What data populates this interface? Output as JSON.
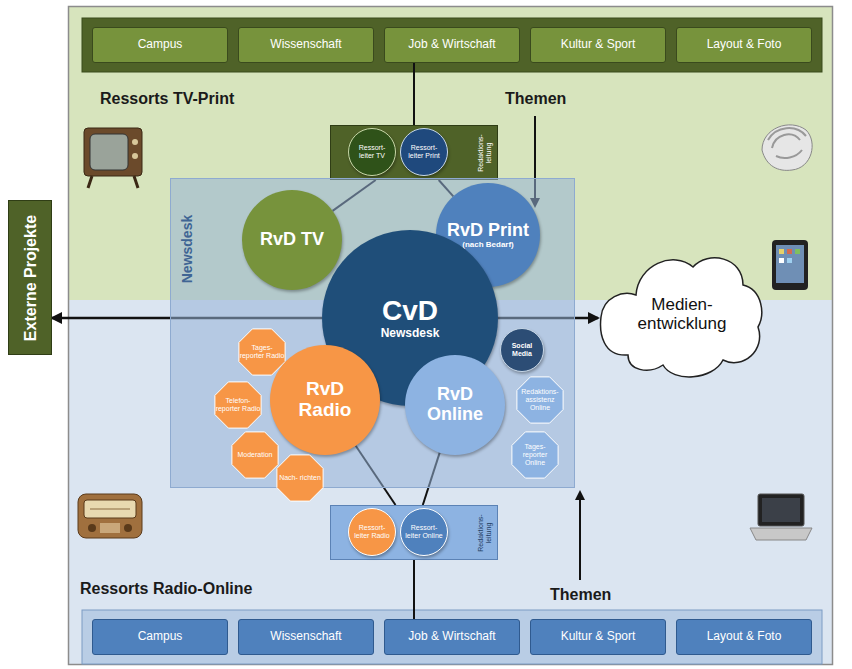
{
  "diagram": {
    "nodes": [
      {
        "text": [
          "Campus"
        ]
      },
      {
        "text": [
          "Wissenschaft"
        ]
      },
      {
        "text": [
          "Job & Wirtschaft"
        ]
      },
      {
        "text": [
          "Kultur & Sport"
        ]
      },
      {
        "text": [
          "Layout & Foto"
        ]
      },
      {
        "text": [
          "Redaktions- leitung"
        ]
      },
      {
        "text": [
          "Ressort- leiter TV"
        ],
        "in": 5
      },
      {
        "text": [
          "Ressort- leiter Print"
        ],
        "in": 5
      },
      {
        "text": [
          "Externe Projekte"
        ]
      },
      {
        "text": [
          "Newsdesk"
        ]
      },
      {
        "text": [
          "RvD TV"
        ],
        "in": 9
      },
      {
        "text": [
          "RvD Print",
          "(nach Bedarf)"
        ],
        "in": 9
      },
      {
        "text": [
          "CvD",
          "Newsdesk"
        ],
        "in": 9
      },
      {
        "text": [
          "Social Media"
        ],
        "in": 9
      },
      {
        "text": [
          "Medien- entwicklung"
        ]
      },
      {
        "text": [
          "Tages- reporter Radio"
        ],
        "in": 9
      },
      {
        "text": [
          "Telefon- reporter Radio"
        ],
        "in": 9
      },
      {
        "text": [
          "RvD Radio"
        ],
        "in": 9
      },
      {
        "text": [
          "Moderation"
        ],
        "in": 9
      },
      {
        "text": [
          "Nach- richten"
        ],
        "in": 9
      },
      {
        "text": [
          "RvD Online"
        ],
        "in": 9
      },
      {
        "text": [
          "Redaktions- assistenz Online"
        ],
        "in": 9
      },
      {
        "text": [
          "Tages- reporter Online"
        ],
        "in": 9
      },
      {
        "text": [
          "Redaktions- leitung"
        ]
      },
      {
        "text": [
          "Ressort- leiter Radio"
        ],
        "in": 23
      },
      {
        "text": [
          "Ressort- leiter Online"
        ],
        "in": 23
      },
      {
        "text": [
          "Campus"
        ]
      },
      {
        "text": [
          "Wissenschaft"
        ]
      },
      {
        "text": [
          "Job & Wirtschaft"
        ]
      },
      {
        "text": [
          "Kultur & Sport"
        ]
      },
      {
        "text": [
          "Layout & Foto"
        ]
      }
    ],
    "edges": [
      {
        "from": 2,
        "to": 5,
        "arrow": "none"
      },
      {
        "from": 5,
        "to": 10,
        "arrow": "none"
      },
      {
        "from": 5,
        "to": 11,
        "arrow": "none"
      },
      {
        "from": 12,
        "to": 8,
        "arrow": "to"
      },
      {
        "from": 12,
        "to": 14,
        "arrow": "to"
      },
      {
        "from": 23,
        "to": 17,
        "arrow": "none"
      },
      {
        "from": 23,
        "to": 20,
        "arrow": "none"
      },
      {
        "from": 28,
        "to": 23,
        "arrow": "none"
      }
    ],
    "labels": [
      "Ressorts TV-Print",
      "Themen",
      "Ressorts Radio-Online",
      "Themen"
    ]
  }
}
